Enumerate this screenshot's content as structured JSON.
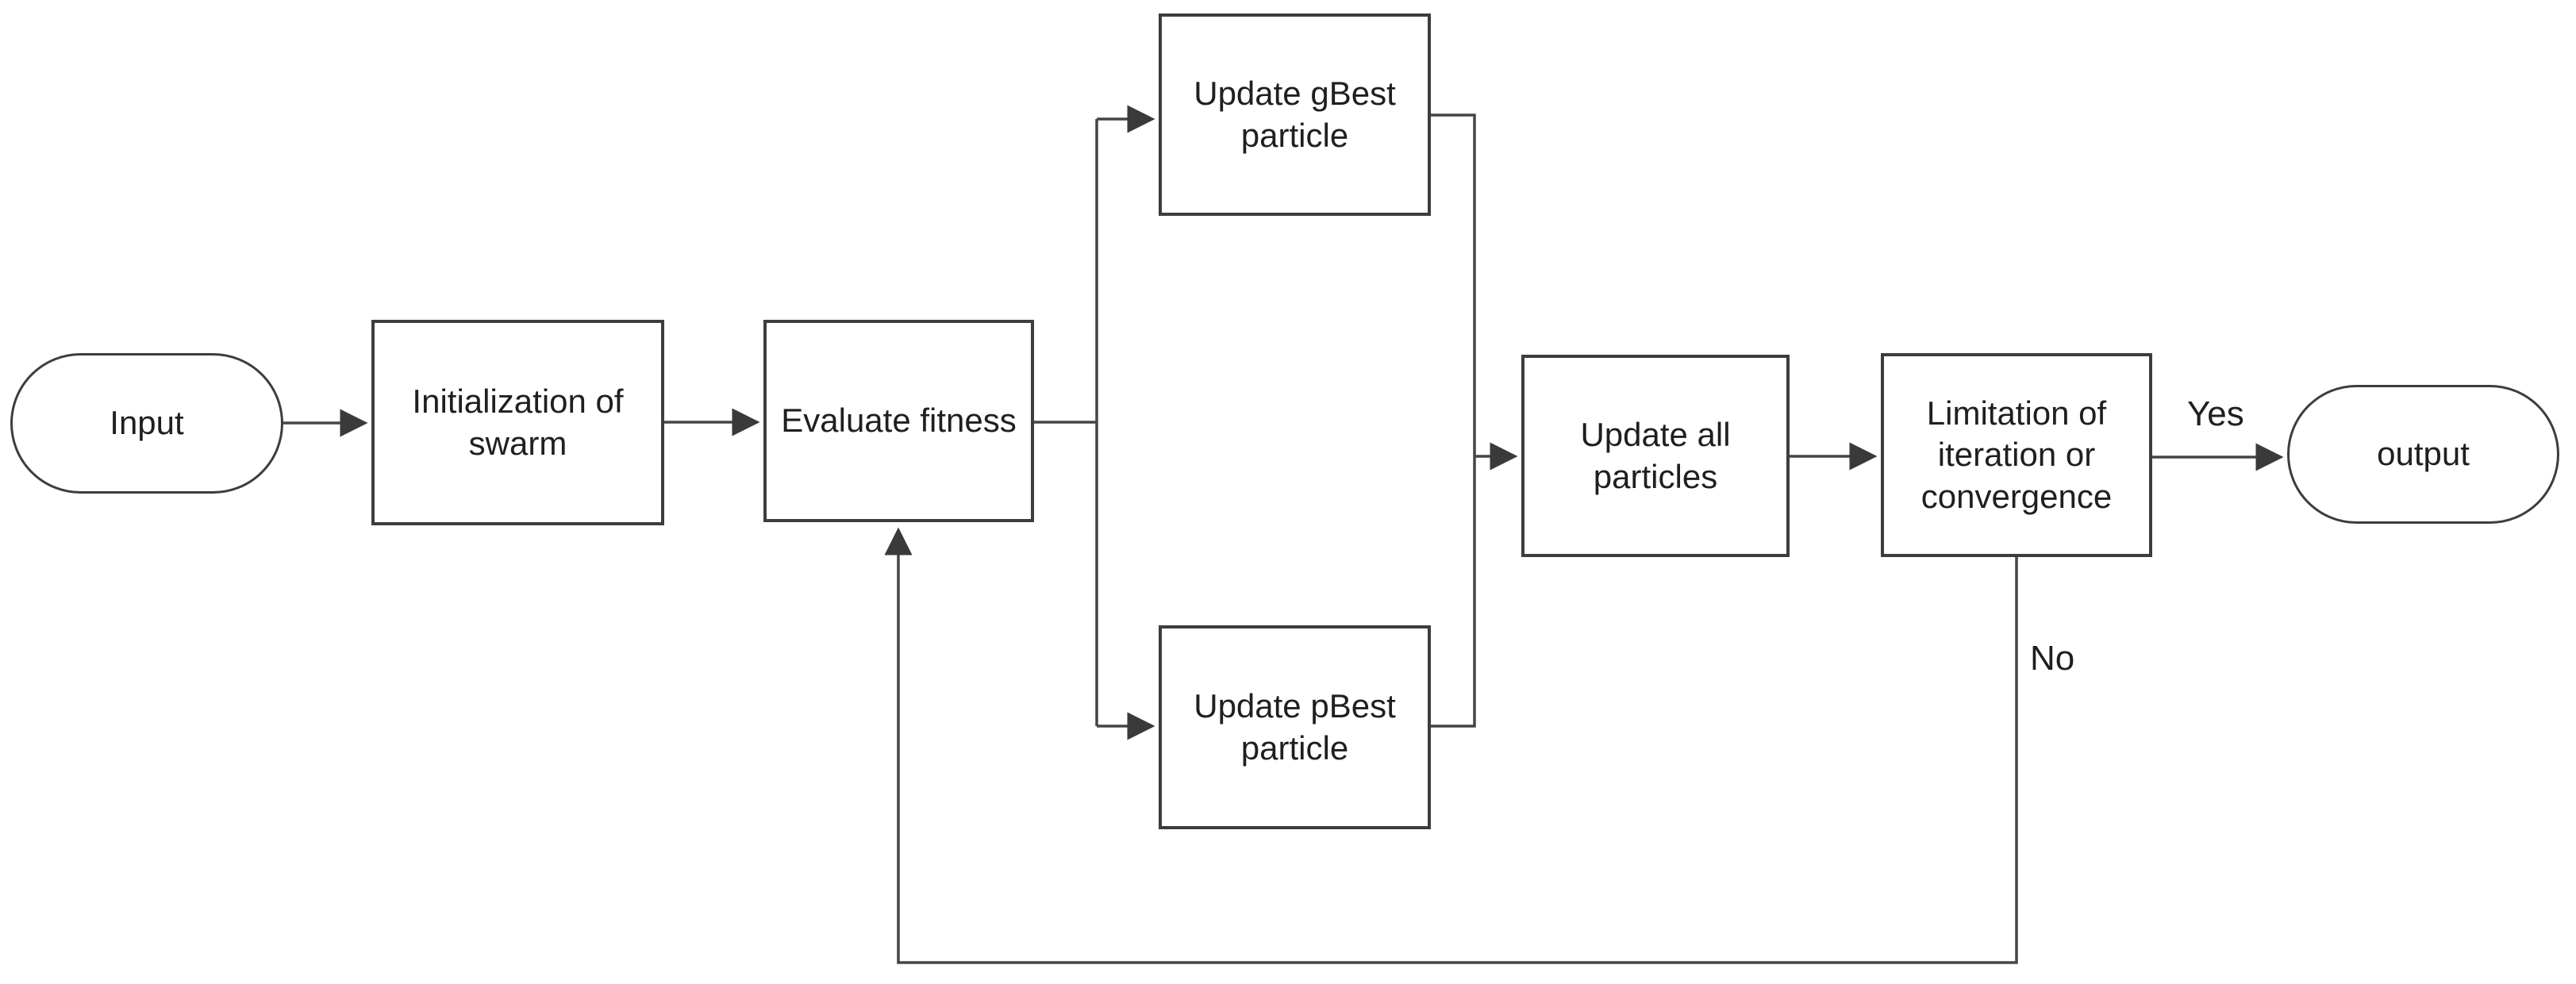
{
  "colors": {
    "line": "#454545",
    "node_border": "#3d3d3d",
    "node_fill": "#ffffff",
    "text": "#1f1f1f",
    "background": "#ffffff"
  },
  "flowchart": {
    "description": "Particle swarm optimization flowchart",
    "nodes": {
      "input": {
        "label": "Input",
        "shape": "stadium"
      },
      "init": {
        "label": "Initialization of swarm",
        "shape": "rect"
      },
      "evaluate": {
        "label": "Evaluate fitness",
        "shape": "rect"
      },
      "gbest": {
        "label": "Update gBest particle",
        "shape": "rect"
      },
      "pbest": {
        "label": "Update pBest particle",
        "shape": "rect"
      },
      "update_all": {
        "label": "Update all particles",
        "shape": "rect"
      },
      "limit": {
        "label": "Limitation of iteration or convergence",
        "shape": "rect"
      },
      "output": {
        "label": "output",
        "shape": "stadium"
      }
    },
    "edge_labels": {
      "yes": "Yes",
      "no": "No"
    },
    "edges": [
      {
        "from": "input",
        "to": "init",
        "label": ""
      },
      {
        "from": "init",
        "to": "evaluate",
        "label": ""
      },
      {
        "from": "evaluate",
        "to": "gbest",
        "label": ""
      },
      {
        "from": "evaluate",
        "to": "pbest",
        "label": ""
      },
      {
        "from": "gbest",
        "to": "update_all",
        "label": ""
      },
      {
        "from": "pbest",
        "to": "update_all",
        "label": ""
      },
      {
        "from": "update_all",
        "to": "limit",
        "label": ""
      },
      {
        "from": "limit",
        "to": "output",
        "label": "Yes"
      },
      {
        "from": "limit",
        "to": "evaluate",
        "label": "No"
      }
    ]
  }
}
